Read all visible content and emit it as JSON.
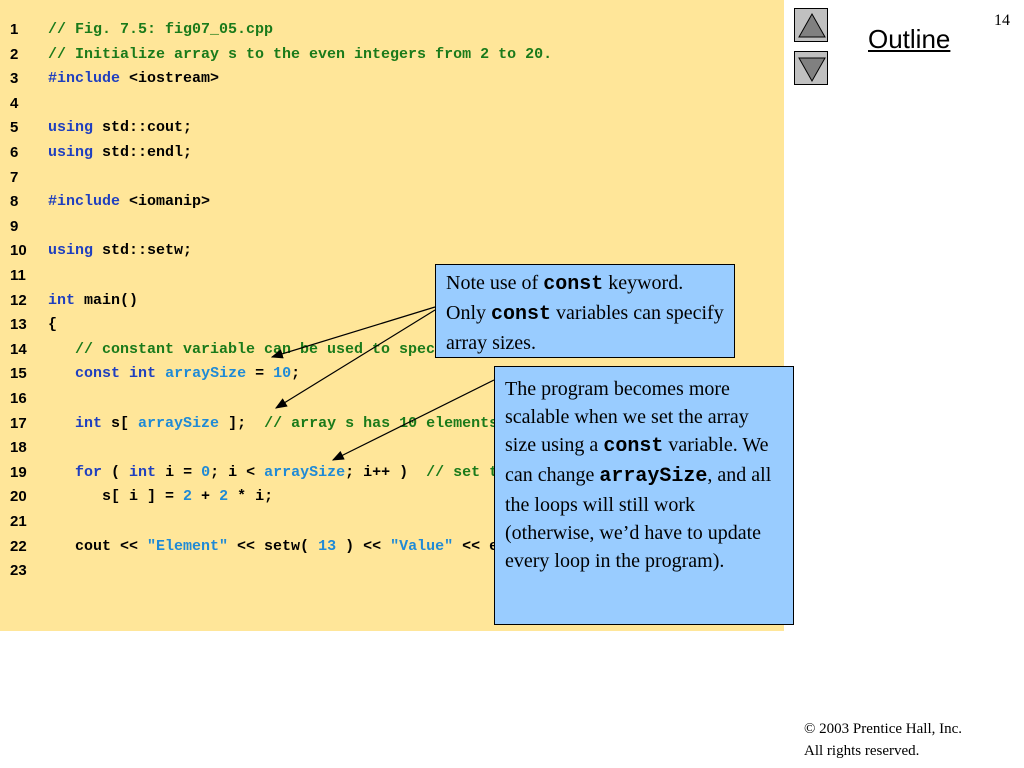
{
  "slide": {
    "page_number": "14",
    "outline_label": "Outline",
    "copyright_line1": "© 2003 Prentice Hall, Inc.",
    "copyright_line2": "All rights reserved."
  },
  "code": {
    "lines": [
      {
        "n": "1",
        "parts": [
          {
            "t": "// Fig. 7.5: fig07_05.cpp",
            "c": "cm"
          }
        ]
      },
      {
        "n": "2",
        "parts": [
          {
            "t": "// Initialize array s to the even integers from 2 to 20.",
            "c": "cm"
          }
        ]
      },
      {
        "n": "3",
        "parts": [
          {
            "t": "#include",
            "c": "kw"
          },
          {
            "t": " <iostream>",
            "c": ""
          }
        ]
      },
      {
        "n": "4",
        "parts": []
      },
      {
        "n": "5",
        "parts": [
          {
            "t": "using",
            "c": "kw"
          },
          {
            "t": " std::cout;",
            "c": ""
          }
        ]
      },
      {
        "n": "6",
        "parts": [
          {
            "t": "using",
            "c": "kw"
          },
          {
            "t": " std::endl;",
            "c": ""
          }
        ]
      },
      {
        "n": "7",
        "parts": []
      },
      {
        "n": "8",
        "parts": [
          {
            "t": "#include",
            "c": "kw"
          },
          {
            "t": " <iomanip>",
            "c": ""
          }
        ]
      },
      {
        "n": "9",
        "parts": []
      },
      {
        "n": "10",
        "parts": [
          {
            "t": "using",
            "c": "kw"
          },
          {
            "t": " std::setw;",
            "c": ""
          }
        ]
      },
      {
        "n": "11",
        "parts": []
      },
      {
        "n": "12",
        "parts": [
          {
            "t": "int",
            "c": "kw"
          },
          {
            "t": " main()",
            "c": ""
          }
        ]
      },
      {
        "n": "13",
        "parts": [
          {
            "t": "{",
            "c": ""
          }
        ]
      },
      {
        "n": "14",
        "parts": [
          {
            "t": "   // constant variable can be used to specify array size",
            "c": "cm"
          }
        ]
      },
      {
        "n": "15",
        "parts": [
          {
            "t": "   ",
            "c": ""
          },
          {
            "t": "const",
            "c": "kw"
          },
          {
            "t": " ",
            "c": ""
          },
          {
            "t": "int",
            "c": "kw"
          },
          {
            "t": " ",
            "c": ""
          },
          {
            "t": "arraySize",
            "c": "id"
          },
          {
            "t": " = ",
            "c": ""
          },
          {
            "t": "10",
            "c": "num"
          },
          {
            "t": ";",
            "c": ""
          }
        ]
      },
      {
        "n": "16",
        "parts": []
      },
      {
        "n": "17",
        "parts": [
          {
            "t": "   ",
            "c": ""
          },
          {
            "t": "int",
            "c": "kw"
          },
          {
            "t": " s[ ",
            "c": ""
          },
          {
            "t": "arraySize",
            "c": "id"
          },
          {
            "t": " ];  ",
            "c": ""
          },
          {
            "t": "// array s has 10 elements",
            "c": "cm"
          }
        ]
      },
      {
        "n": "18",
        "parts": []
      },
      {
        "n": "19",
        "parts": [
          {
            "t": "   ",
            "c": ""
          },
          {
            "t": "for",
            "c": "kw"
          },
          {
            "t": " ( ",
            "c": ""
          },
          {
            "t": "int",
            "c": "kw"
          },
          {
            "t": " i = ",
            "c": ""
          },
          {
            "t": "0",
            "c": "num"
          },
          {
            "t": "; i < ",
            "c": ""
          },
          {
            "t": "arraySize",
            "c": "id"
          },
          {
            "t": "; i++ )  ",
            "c": ""
          },
          {
            "t": "// set the values",
            "c": "cm"
          }
        ]
      },
      {
        "n": "20",
        "parts": [
          {
            "t": "      s[ i ] = ",
            "c": ""
          },
          {
            "t": "2",
            "c": "num"
          },
          {
            "t": " + ",
            "c": ""
          },
          {
            "t": "2",
            "c": "num"
          },
          {
            "t": " * i;",
            "c": ""
          }
        ]
      },
      {
        "n": "21",
        "parts": []
      },
      {
        "n": "22",
        "parts": [
          {
            "t": "   cout << ",
            "c": ""
          },
          {
            "t": "\"Element\"",
            "c": "str"
          },
          {
            "t": " << setw( ",
            "c": ""
          },
          {
            "t": "13",
            "c": "num"
          },
          {
            "t": " ) << ",
            "c": ""
          },
          {
            "t": "\"Value\"",
            "c": "str"
          },
          {
            "t": " << endl;",
            "c": ""
          }
        ]
      },
      {
        "n": "23",
        "parts": []
      }
    ]
  },
  "callouts": {
    "note1": [
      {
        "t": "Note use of ",
        "m": false
      },
      {
        "t": "const",
        "m": true
      },
      {
        "t": " keyword. Only ",
        "m": false
      },
      {
        "t": "const",
        "m": true
      },
      {
        "t": " variables can specify array sizes.",
        "m": false
      }
    ],
    "note2": [
      {
        "t": "The program becomes more scalable when we set the array size using a ",
        "m": false
      },
      {
        "t": "const",
        "m": true
      },
      {
        "t": " variable. We can change ",
        "m": false
      },
      {
        "t": "arraySize",
        "m": true
      },
      {
        "t": ", and all the loops will still work (otherwise, we’d have to update every loop in the program).",
        "m": false
      }
    ]
  },
  "colors": {
    "code_background": "#ffe699",
    "callout_background": "#99ccff",
    "comment": "#1a7a1a",
    "keyword": "#1f3fbf",
    "identifier": "#1f8ad6"
  },
  "icons": {
    "nav_up": "triangle-up-icon",
    "nav_down": "triangle-down-icon"
  }
}
